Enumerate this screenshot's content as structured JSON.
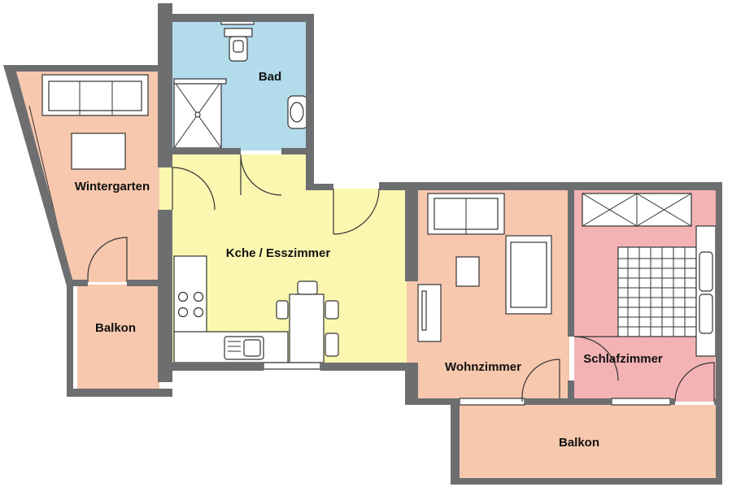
{
  "rooms": {
    "bad": "Bad",
    "wintergarten": "Wintergarten",
    "kueche": "Kche / Esszimmer",
    "balkon_links": "Balkon",
    "wohnzimmer": "Wohnzimmer",
    "schlafzimmer": "Schlafzimmer",
    "balkon_unten": "Balkon"
  },
  "colors": {
    "wall": "#6d6e70",
    "bad": "#b2dbeb",
    "wintergarten": "#f7c8ae",
    "kueche": "#fbf7b1",
    "wohnzimmer": "#f7c8ae",
    "schlafzimmer": "#f3b3b4",
    "balkon": "#f7c8ae"
  }
}
